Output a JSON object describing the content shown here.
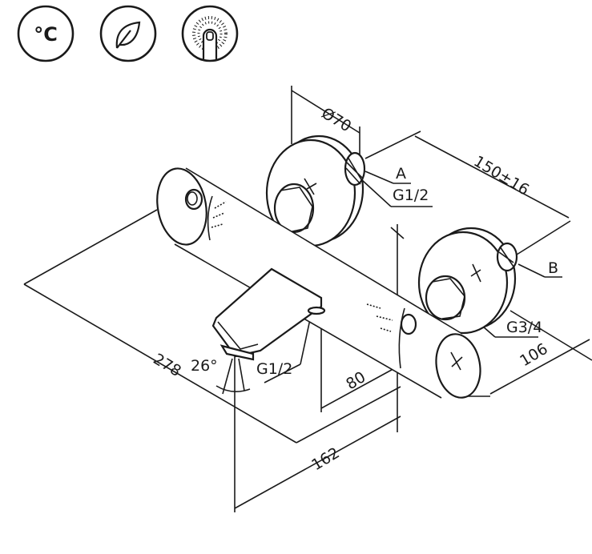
{
  "feature_icons": [
    {
      "name": "thermostatic-icon",
      "text": "°C"
    },
    {
      "name": "eco-leaf-icon"
    },
    {
      "name": "touch-button-icon"
    }
  ],
  "dimensions": {
    "disc_diameter": "Ø70",
    "connection_spacing": "150±16",
    "inlet_a": "A",
    "inlet_a_thread": "G1/2",
    "inlet_b": "B",
    "inlet_b_thread": "G3/4",
    "depth": "106",
    "total_length": "278",
    "spout_angle": "26°",
    "spout_thread": "G1/2",
    "spout_offset": "80",
    "projection": "162"
  },
  "colors": {
    "line": "#1a1a1a",
    "background": "#ffffff"
  }
}
